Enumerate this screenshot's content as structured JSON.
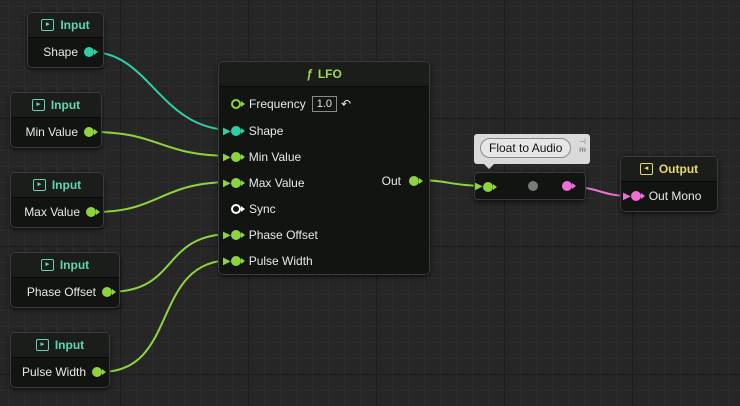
{
  "colors": {
    "teal": "#2fcfa6",
    "green": "#8ed43e",
    "pink": "#ee6fd6",
    "grey": "#7a7a7a"
  },
  "input_nodes": [
    {
      "title": "Input",
      "pin_label": "Shape",
      "pin_color": "teal"
    },
    {
      "title": "Input",
      "pin_label": "Min Value",
      "pin_color": "green"
    },
    {
      "title": "Input",
      "pin_label": "Max Value",
      "pin_color": "green"
    },
    {
      "title": "Input",
      "pin_label": "Phase Offset",
      "pin_color": "green"
    },
    {
      "title": "Input",
      "pin_label": "Pulse Width",
      "pin_color": "green"
    }
  ],
  "lfo": {
    "title": "LFO",
    "title_icon": "ƒ",
    "inputs": [
      {
        "label": "Frequency",
        "value": "1.0",
        "pin_color": "green",
        "connected": false
      },
      {
        "label": "Shape",
        "pin_color": "teal",
        "connected": true
      },
      {
        "label": "Min Value",
        "pin_color": "green",
        "connected": true
      },
      {
        "label": "Max Value",
        "pin_color": "green",
        "connected": true
      },
      {
        "label": "Sync",
        "pin_color": "white",
        "connected": false
      },
      {
        "label": "Phase Offset",
        "pin_color": "green",
        "connected": true
      },
      {
        "label": "Pulse Width",
        "pin_color": "green",
        "connected": true
      }
    ],
    "output_label": "Out"
  },
  "converter": {
    "tooltip": "Float to Audio",
    "icon": "pin-icon"
  },
  "output_node": {
    "title": "Output",
    "pin_label": "Out Mono",
    "pin_color": "pink"
  }
}
